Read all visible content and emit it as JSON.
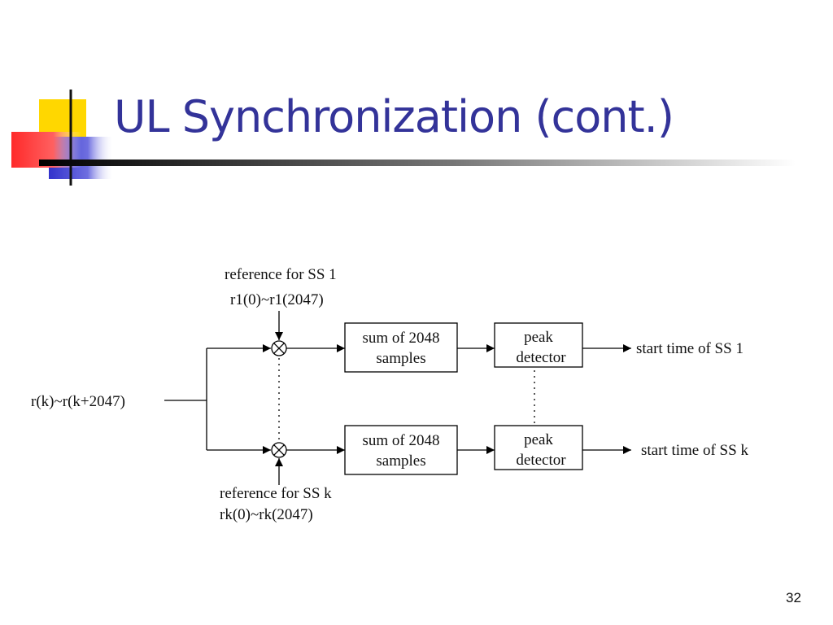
{
  "slide": {
    "title": "UL Synchronization (cont.)",
    "page_number": "32"
  },
  "diagram": {
    "input_signal": "r(k)~r(k+2047)",
    "reference_top_line1": "reference for SS 1",
    "reference_top_line2": "r1(0)~r1(2047)",
    "reference_bottom_line1": "reference for SS k",
    "reference_bottom_line2": "rk(0)~rk(2047)",
    "sum_box_line1": "sum of 2048",
    "sum_box_line2": "samples",
    "peak_box_line1": "peak",
    "peak_box_line2": "detector",
    "output_top": "start time of SS 1",
    "output_bottom": "start time of SS k"
  },
  "colors": {
    "title": "#333399",
    "deco_yellow": "#FFD700",
    "deco_red": "#FF3333",
    "deco_blue": "#3333CC"
  }
}
